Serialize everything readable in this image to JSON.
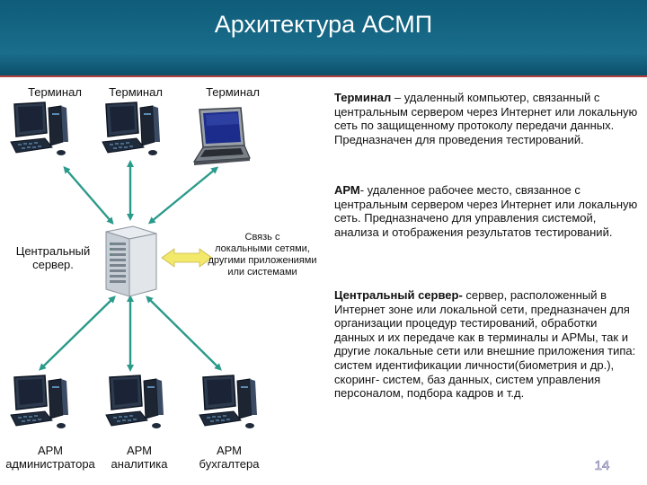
{
  "slide": {
    "title": "Архитектура АСМП",
    "page_number": "14"
  },
  "diagram": {
    "terminals": [
      "Терминал",
      "Терминал",
      "Терминал"
    ],
    "server_label": [
      "Центральный",
      "сервер."
    ],
    "link_label": [
      "Связь с",
      "локальными сетями,",
      "другими приложениями",
      "или системами"
    ],
    "workstations": [
      [
        "АРМ",
        "администратора"
      ],
      [
        "АРМ",
        "аналитика"
      ],
      [
        "АРМ",
        "бухгалтера"
      ]
    ]
  },
  "descriptions": [
    {
      "term": "Терминал",
      "text": " – удаленный компьютер, связанный с центральным сервером через Интернет или локальную сеть по защищенному протоколу передачи данных. Предназначен для проведения тестирований."
    },
    {
      "term": "АРМ",
      "text": "- удаленное рабочее место, связанное с центральным сервером через Интернет или локальную сеть. Предназначено для управления системой, анализа и отображения результатов тестирований."
    },
    {
      "term": "Центральный сервер-",
      "text": " сервер, расположенный в Интернет зоне или локальной сети, предназначен для организации процедур тестирований, обработки данных и их передаче как в терминалы и АРМы, так и другие локальные сети или внешние приложения типа: систем идентификации личности(биометрия и др.), скоринг- систем, баз данных, систем управления персоналом, подбора кадров и т.д."
    }
  ],
  "colors": {
    "header": "#1a6e8c",
    "arrow": "#2a9a8a",
    "link_arrow": "#f2e86a"
  },
  "icons": [
    "desktop-computer-icon",
    "laptop-icon",
    "server-icon"
  ]
}
